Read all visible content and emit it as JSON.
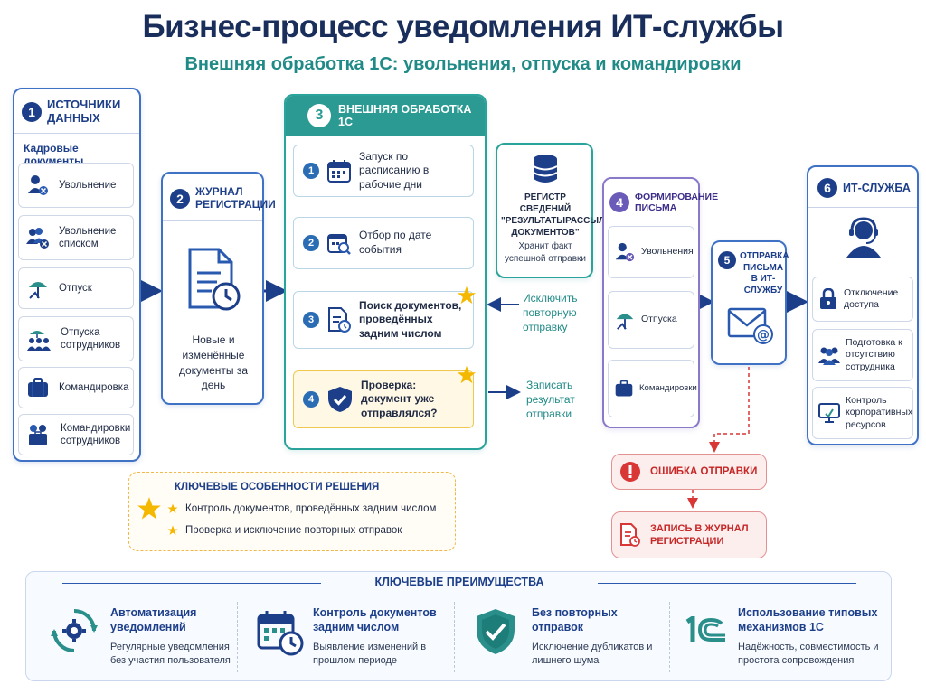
{
  "header": {
    "title": "Бизнес-процесс уведомления ИТ-службы",
    "subtitle": "Внешняя обработка 1С: увольнения, отпуска и командировки"
  },
  "sources": {
    "number": "1",
    "title": "ИСТОЧНИКИ ДАННЫХ",
    "section": "Кадровые документы",
    "items": [
      {
        "label": "Увольнение",
        "icon": "person-remove-icon"
      },
      {
        "label": "Увольнение списком",
        "icon": "group-remove-icon"
      },
      {
        "label": "Отпуск",
        "icon": "beach-umbrella-icon"
      },
      {
        "label": "Отпуска сотрудников",
        "icon": "group-umbrella-icon"
      },
      {
        "label": "Командировка",
        "icon": "suitcase-icon"
      },
      {
        "label": "Командировки сотрудников",
        "icon": "group-suitcase-icon"
      }
    ]
  },
  "journal": {
    "number": "2",
    "title": "ЖУРНАЛ РЕГИСТРАЦИИ",
    "desc": "Новые и изменённые документы за день"
  },
  "processing": {
    "number": "3",
    "title": "ВНЕШНЯЯ ОБРАБОТКА 1С",
    "steps": [
      {
        "num": "1",
        "label": "Запуск по расписанию в рабочие дни"
      },
      {
        "num": "2",
        "label": "Отбор по дате события"
      },
      {
        "num": "3",
        "label": "Поиск документов, проведённых задним числом"
      },
      {
        "num": "4",
        "label": "Проверка: документ уже отправлялся?"
      }
    ]
  },
  "register": {
    "title": "РЕГИСТР СВЕДЕНИЙ \"РЕЗУЛЬТАТЫРАССЫЛКИ ДОКУМЕНТОВ\"",
    "desc": "Хранит факт успешной отправки"
  },
  "flow_labels": {
    "exclude": "Исключить повторную отправку",
    "record": "Записать результат отправки"
  },
  "forming": {
    "number": "4",
    "title": "ФОРМИРОВАНИЕ ПИСЬМА",
    "items": [
      "Увольнения",
      "Отпуска",
      "Командировки"
    ]
  },
  "sending": {
    "number": "5",
    "title": "ОТПРАВКА ПИСЬМА В ИТ-СЛУЖБУ"
  },
  "it_service": {
    "number": "6",
    "title": "ИТ-СЛУЖБА",
    "items": [
      "Отключение доступа",
      "Подготовка к отсутствию сотрудника",
      "Контроль корпоративных ресурсов"
    ]
  },
  "error": {
    "error_label": "ОШИБКА ОТПРАВКИ",
    "log_label": "ЗАПИСЬ В ЖУРНАЛ РЕГИСТРАЦИИ"
  },
  "features": {
    "title": "КЛЮЧЕВЫЕ ОСОБЕННОСТИ РЕШЕНИЯ",
    "items": [
      "Контроль документов, проведённых задним числом",
      "Проверка и исключение повторных отправок"
    ]
  },
  "advantages": {
    "title": "КЛЮЧЕВЫЕ ПРЕИМУЩЕСТВА",
    "items": [
      {
        "title": "Автоматизация уведомлений",
        "desc": "Регулярные уведомления без участия пользователя"
      },
      {
        "title": "Контроль документов задним числом",
        "desc": "Выявление изменений в прошлом периоде"
      },
      {
        "title": "Без повторных отправок",
        "desc": "Исключение дубликатов и лишнего шума"
      },
      {
        "title": "Использование типовых механизмов 1С",
        "desc": "Надёжность, совместимость и простота сопровождения"
      }
    ]
  },
  "logo_1c": "1С",
  "colors": {
    "navy": "#1d3f8a",
    "teal": "#2aa39b",
    "purple": "#8a78c9",
    "red": "#d93636",
    "gold": "#f5b800"
  }
}
